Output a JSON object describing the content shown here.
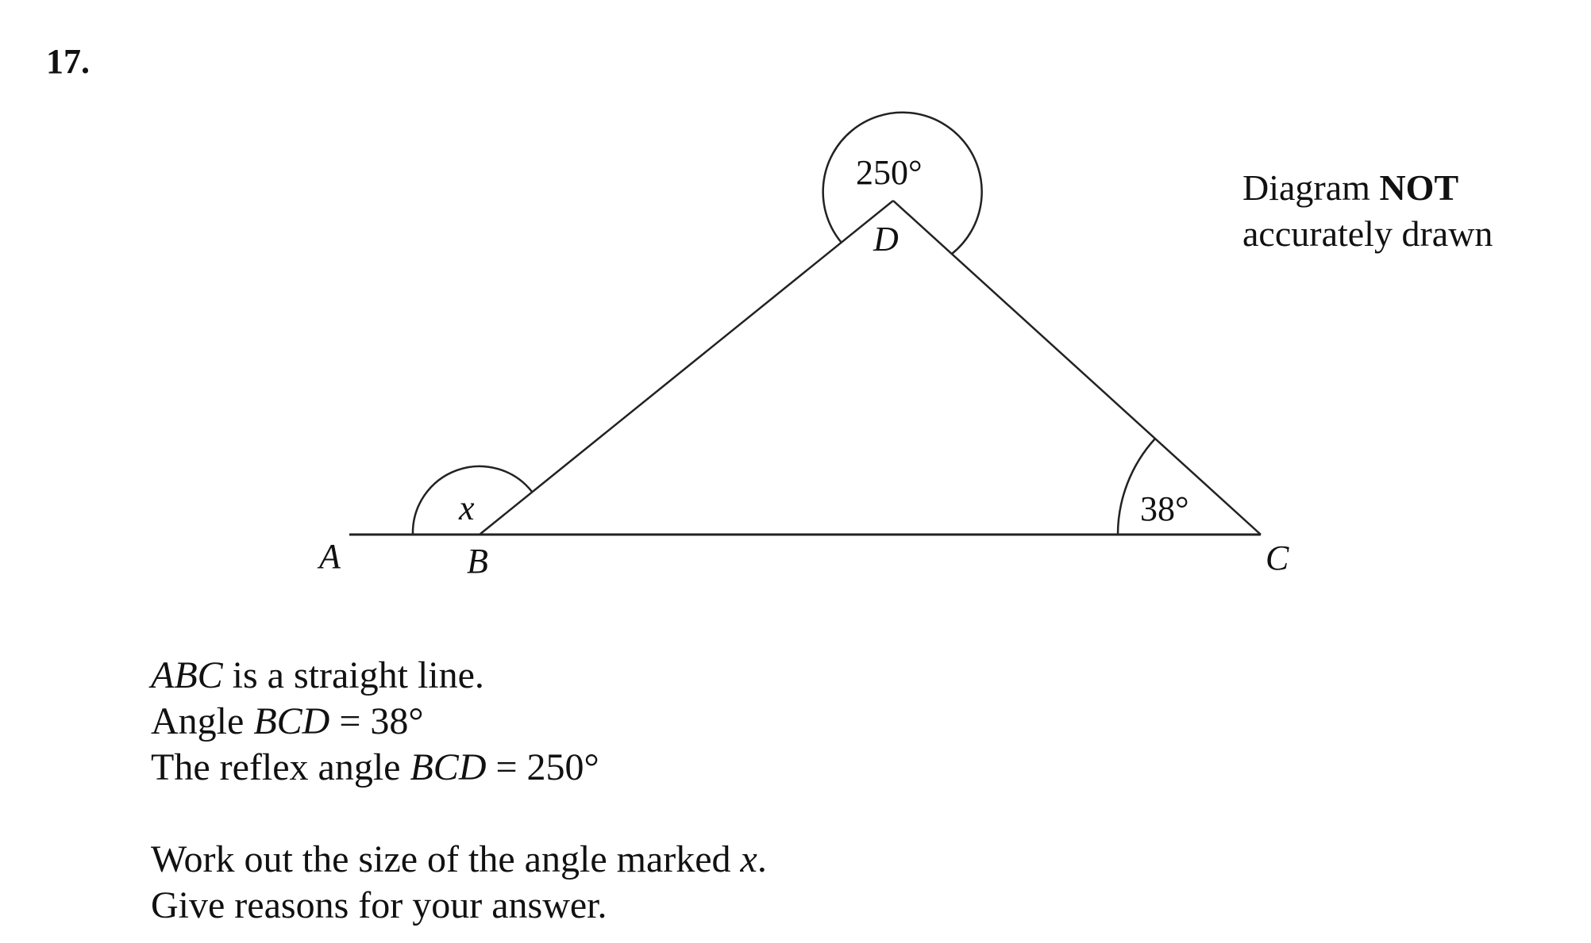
{
  "question_number": "17.",
  "diagram_note": {
    "line1_prefix": "Diagram",
    "line1_bold": "NOT",
    "line2": "accurately drawn"
  },
  "diagram": {
    "points": {
      "A": "A",
      "B": "B",
      "C": "C",
      "D": "D"
    },
    "angle_labels": {
      "x": "x",
      "bcd": "38°",
      "reflex_d": "250°"
    }
  },
  "statements": [
    {
      "italic": "ABC",
      "rest": " is a straight line."
    },
    {
      "pre": "Angle ",
      "italic": "BCD",
      "rest": " = 38°"
    },
    {
      "pre": "The reflex angle ",
      "italic": "BCD",
      "rest": " = 250°"
    }
  ],
  "task": {
    "line1_pre": "Work out the size of the angle marked ",
    "line1_italic": "x",
    "line1_post": ".",
    "line2": "Give reasons for your answer."
  }
}
